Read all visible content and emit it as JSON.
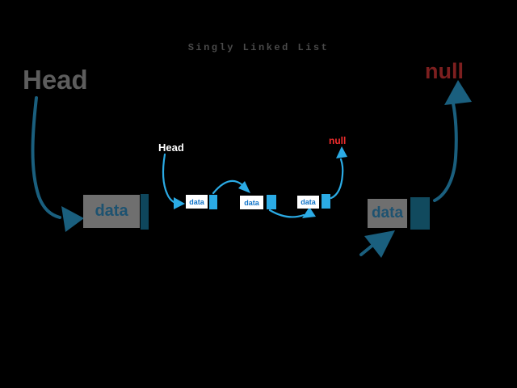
{
  "title": "Singly Linked List",
  "background_diagram": {
    "head_label": "Head",
    "null_label": "null",
    "left_node": {
      "data_label": "data"
    },
    "right_node": {
      "data_label": "data"
    }
  },
  "inset_diagram": {
    "head_label": "Head",
    "null_label": "null",
    "nodes": [
      {
        "data_label": "data"
      },
      {
        "data_label": "data"
      },
      {
        "data_label": "data"
      }
    ]
  },
  "colors": {
    "background": "#000000",
    "title_text": "#4a4a4a",
    "dim_label_gray": "#5d5d5d",
    "dim_null_red": "#7d1f1f",
    "dim_arrow_teal": "#1a5f7e",
    "dim_pointer_teal": "#0e465c",
    "dim_node_gray": "#6f6f6f",
    "dim_data_text": "#1d5270",
    "bright_arrow_blue": "#2babe5",
    "bright_data_text": "#0d72c8",
    "bright_null_red": "#f22d2d",
    "node_box_white": "#ffffff",
    "head_text_white": "#ffffff"
  }
}
